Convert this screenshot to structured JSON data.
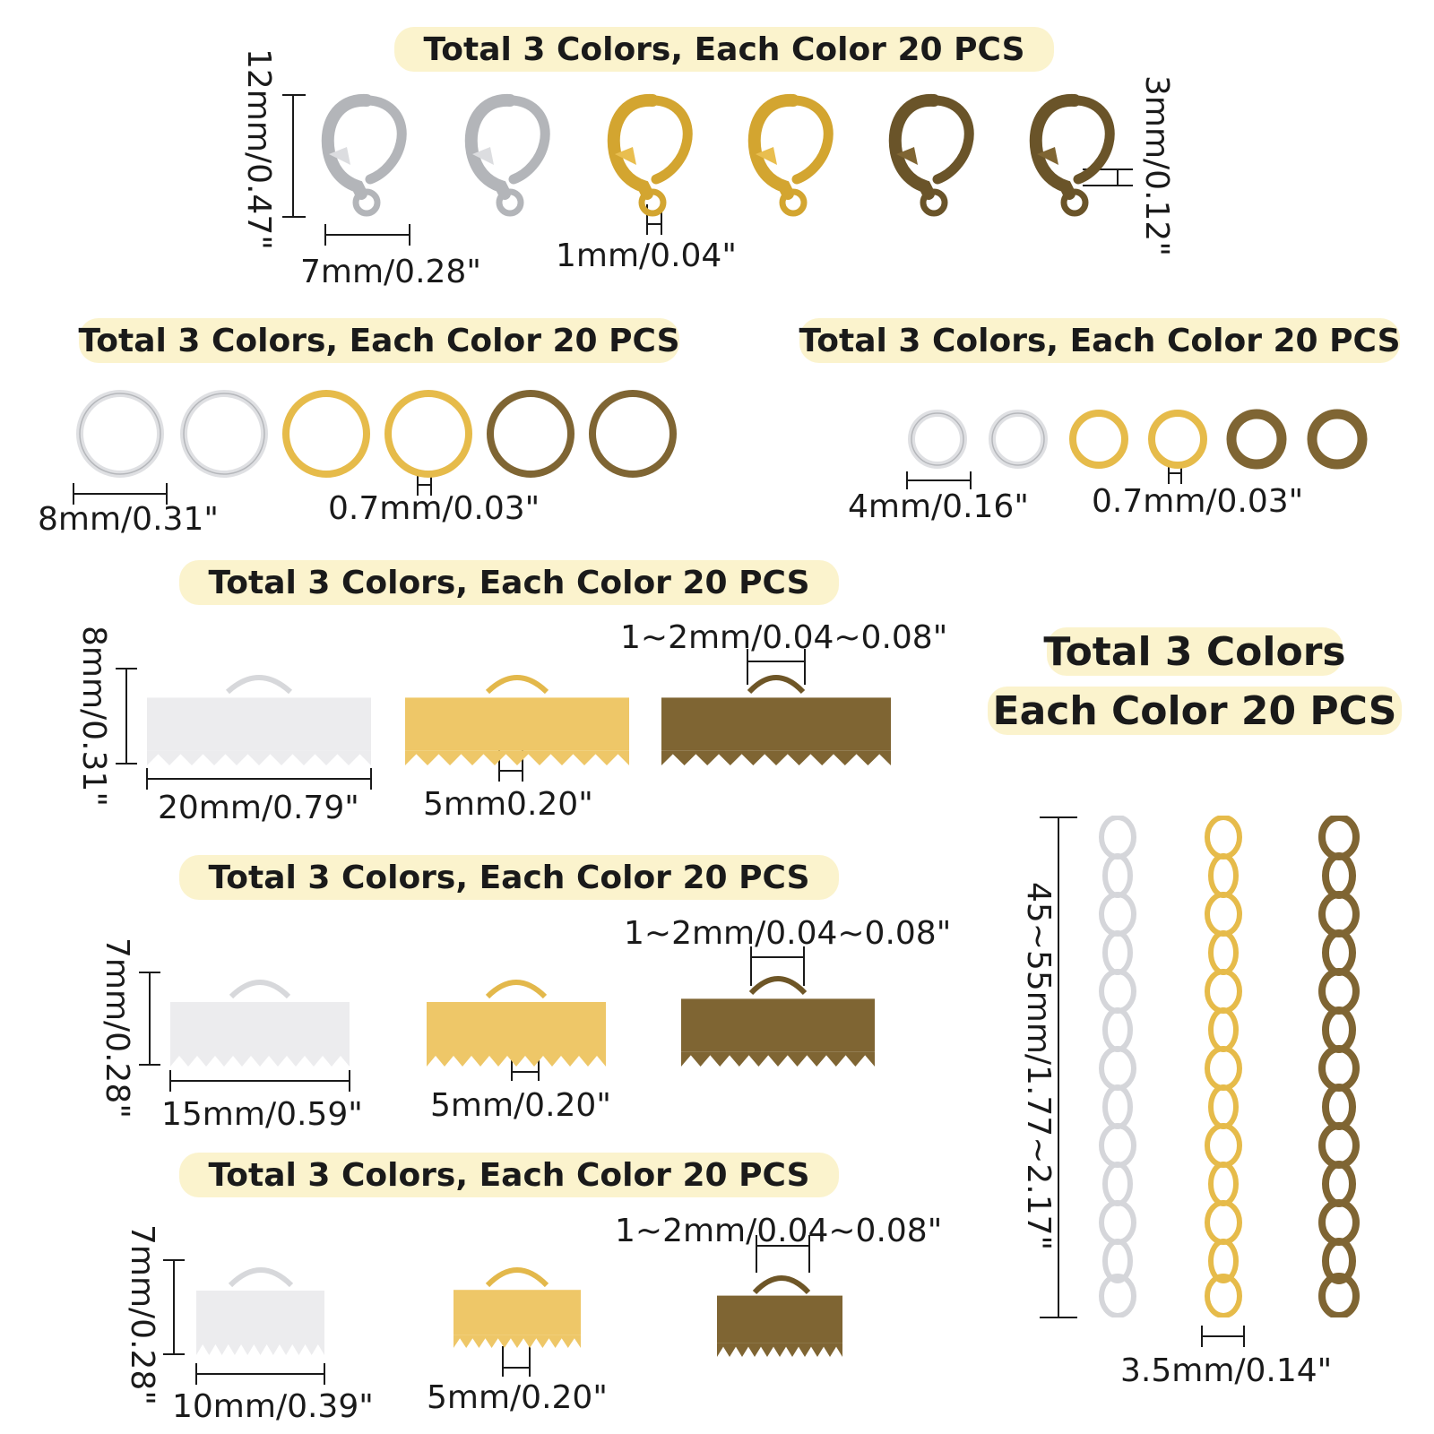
{
  "colors": {
    "silver": "#e2e3e6",
    "silver_dark": "#a9abaf",
    "gold": "#e9be4f",
    "gold_dark": "#b78a20",
    "bronze": "#7f6533",
    "bronze_dark": "#4f3e1d",
    "pill_bg": "#fbf3cd"
  },
  "sections": {
    "lobster_clasps": {
      "title": "Total 3 Colors, Each Color 20 PCS",
      "length": "12mm/0.47\"",
      "width": "7mm/0.28\"",
      "thickness": "1mm/0.04\"",
      "loop": "3mm/0.12\""
    },
    "jump_rings_8mm": {
      "title": "Total 3 Colors, Each Color 20 PCS",
      "diameter": "8mm/0.31\"",
      "thickness": "0.7mm/0.03\""
    },
    "jump_rings_4mm": {
      "title": "Total 3 Colors, Each Color 20 PCS",
      "diameter": "4mm/0.16\"",
      "thickness": "0.7mm/0.03\""
    },
    "ribbon_ends_20mm": {
      "title": "Total 3 Colors, Each Color 20 PCS",
      "height": "8mm/0.31\"",
      "width": "20mm/0.79\"",
      "loop_height": "5mm0.20\"",
      "loop_width": "1~2mm/0.04~0.08\""
    },
    "ribbon_ends_15mm": {
      "title": "Total 3 Colors, Each Color 20 PCS",
      "height": "7mm/0.28\"",
      "width": "15mm/0.59\"",
      "loop_height": "5mm/0.20\"",
      "loop_width": "1~2mm/0.04~0.08\""
    },
    "ribbon_ends_10mm": {
      "title": "Total 3 Colors, Each Color 20 PCS",
      "height": "7mm/0.28\"",
      "width": "10mm/0.39\"",
      "loop_height": "5mm/0.20\"",
      "loop_width": "1~2mm/0.04~0.08\""
    },
    "chains": {
      "title_line1": "Total 3 Colors",
      "title_line2": "Each Color 20 PCS",
      "length": "45~55mm/1.77~2.17\"",
      "width": "3.5mm/0.14\""
    }
  }
}
